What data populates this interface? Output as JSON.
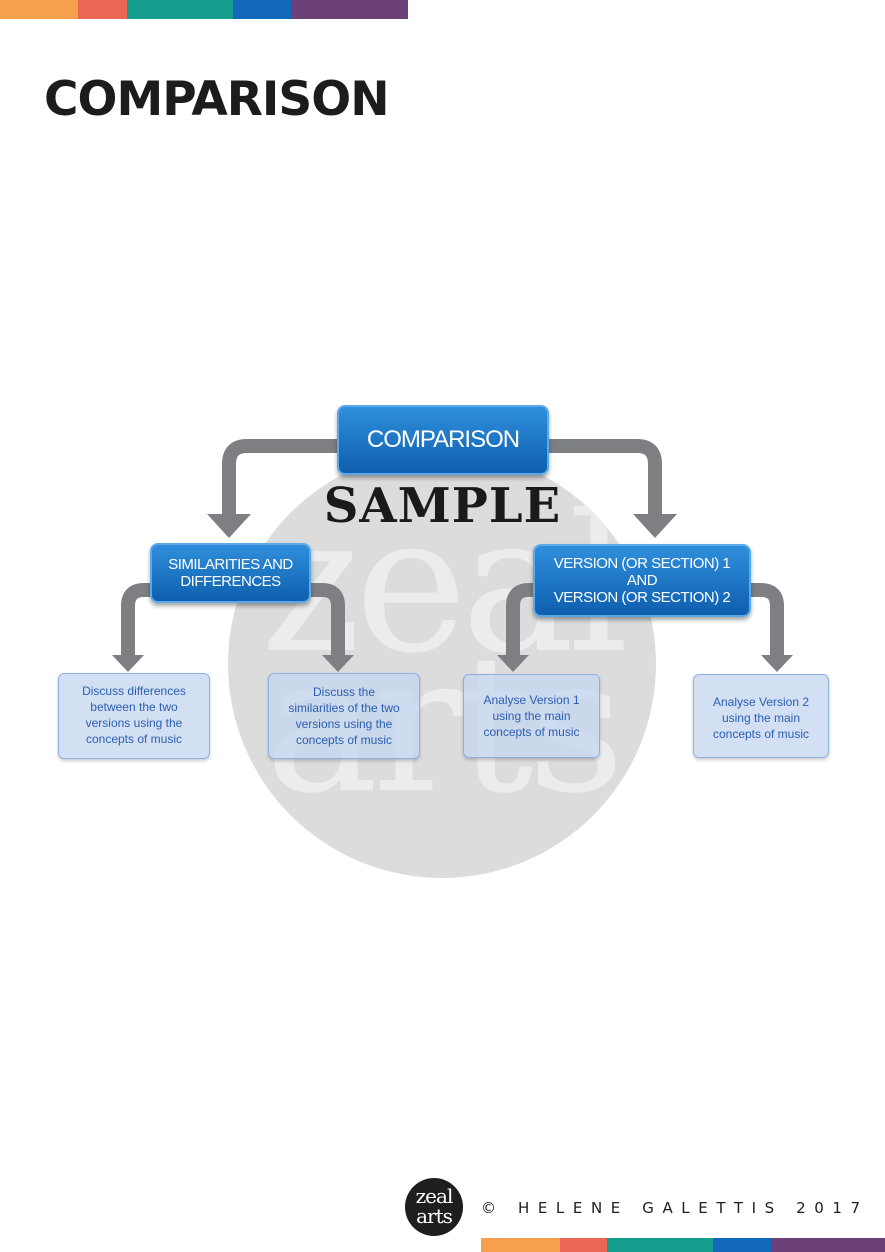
{
  "page": {
    "title": "COMPARISON"
  },
  "colors": {
    "stripe": [
      "#f6a04d",
      "#ec6656",
      "#139e8d",
      "#1268bd",
      "#6b4178"
    ],
    "box_dark": "#1e78cc",
    "box_light": "#c8d8f0",
    "connector": "#7d7f82",
    "watermark": "#dcdcdc"
  },
  "watermark": {
    "line1": "zeal",
    "line2": "arts"
  },
  "stamp": {
    "text": "SAMPLE"
  },
  "diagram": {
    "root": {
      "label": "COMPARISON"
    },
    "branches": [
      {
        "label": "SIMILARITIES AND\nDIFFERENCES",
        "children": [
          "Discuss differences\nbetween the two\nversions using the\nconcepts of music",
          "Discuss the\nsimilarities of the two\nversions using the\nconcepts of music"
        ]
      },
      {
        "label": "VERSION (OR SECTION) 1\nAND\nVERSION (OR SECTION) 2",
        "children": [
          "Analyse Version 1\nusing the main\nconcepts of music",
          "Analyse Version 2\nusing the main\nconcepts of music"
        ]
      }
    ]
  },
  "footer": {
    "logo_line1": "zeal",
    "logo_line2": "arts",
    "copyright": "© HELENE GALETTIS 2017"
  }
}
